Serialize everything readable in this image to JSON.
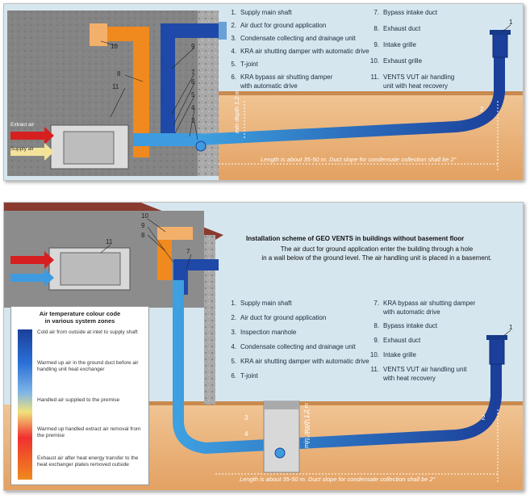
{
  "top_panel": {
    "legend": [
      {
        "num": "1.",
        "text": "Supply main shaft"
      },
      {
        "num": "2.",
        "text": "Air duct for ground application"
      },
      {
        "num": "3.",
        "text": "Condensate collecting and drainage unit"
      },
      {
        "num": "4.",
        "text": "KRA air shutting damper with automatic drive"
      },
      {
        "num": "5.",
        "text": "T-joint"
      },
      {
        "num": "6.",
        "text": "KRA bypass air shutting damper"
      },
      {
        "num": "",
        "text": "with automatic drive"
      },
      {
        "num": "7.",
        "text": "Bypass intake duct"
      },
      {
        "num": "8.",
        "text": "Exhaust duct"
      },
      {
        "num": "9.",
        "text": "Intake grille"
      },
      {
        "num": "10.",
        "text": "Exhaust grille"
      },
      {
        "num": "11.",
        "text": "VENTS VUT air handling"
      },
      {
        "num": "",
        "text": "unit with heat recovery"
      }
    ],
    "callouts": [
      "10",
      "9",
      "8",
      "11",
      "7",
      "6",
      "5",
      "4",
      "3",
      "1",
      "2"
    ],
    "arrow_labels": {
      "extract": "Extract air",
      "supply": "Supply air"
    },
    "depth_label": "min depth 1.2 m",
    "length_label": "Length is about 35-50 m. Duct slope for condensate collection shall be 2°"
  },
  "bottom_panel": {
    "title": "Installation scheme of GEO VENTS in buildings without basement floor",
    "paragraph": [
      "The air duct for ground application enter the building through a hole",
      "in a wall below of the ground level. The air handling unit is placed in a basement."
    ],
    "legend": [
      {
        "num": "1.",
        "text": "Supply main shaft"
      },
      {
        "num": "2.",
        "text": "Air duct for ground application"
      },
      {
        "num": "3.",
        "text": "Inspection manhole"
      },
      {
        "num": "4.",
        "text": "Condensate collecting and drainage unit"
      },
      {
        "num": "5.",
        "text": "KRA air shutting damper with automatic drive"
      },
      {
        "num": "6.",
        "text": "T-joint"
      },
      {
        "num": "7.",
        "text": "KRA bypass air shutting damper"
      },
      {
        "num": "",
        "text": "with automatic drive"
      },
      {
        "num": "8.",
        "text": "Bypass intake duct"
      },
      {
        "num": "9.",
        "text": "Exhaust duct"
      },
      {
        "num": "10.",
        "text": "Intake grille"
      },
      {
        "num": "11.",
        "text": "VENTS VUT air handling unit"
      },
      {
        "num": "",
        "text": "with heat recovery"
      }
    ],
    "callouts": [
      "10",
      "9",
      "8",
      "11",
      "7",
      "1",
      "2",
      "3",
      "4"
    ],
    "depth_label": "min. depth 1.2 m",
    "length_label": "Length is about 35-50 m. Duct slope for condensate collection shall be 2°",
    "color_code": {
      "title": [
        "Air temperature colour code",
        "in various system zones"
      ],
      "items": [
        "Cold air from outside at inlet to supply shaft",
        "Warmed up air in the ground duct before air handling unit heat exchanger",
        "Handled air supplied to the premise",
        "Warmed up handled extract air removal from the premise",
        "Exhaust air after heat energy transfer to the heat exchanger plates removed outside"
      ]
    }
  },
  "colors": {
    "sky": "#cfe3ee",
    "soil": "#e8b07a",
    "wall": "#9a9a9a",
    "duct_cold": "#1f49a8",
    "duct_warm": "#f08a1e"
  }
}
